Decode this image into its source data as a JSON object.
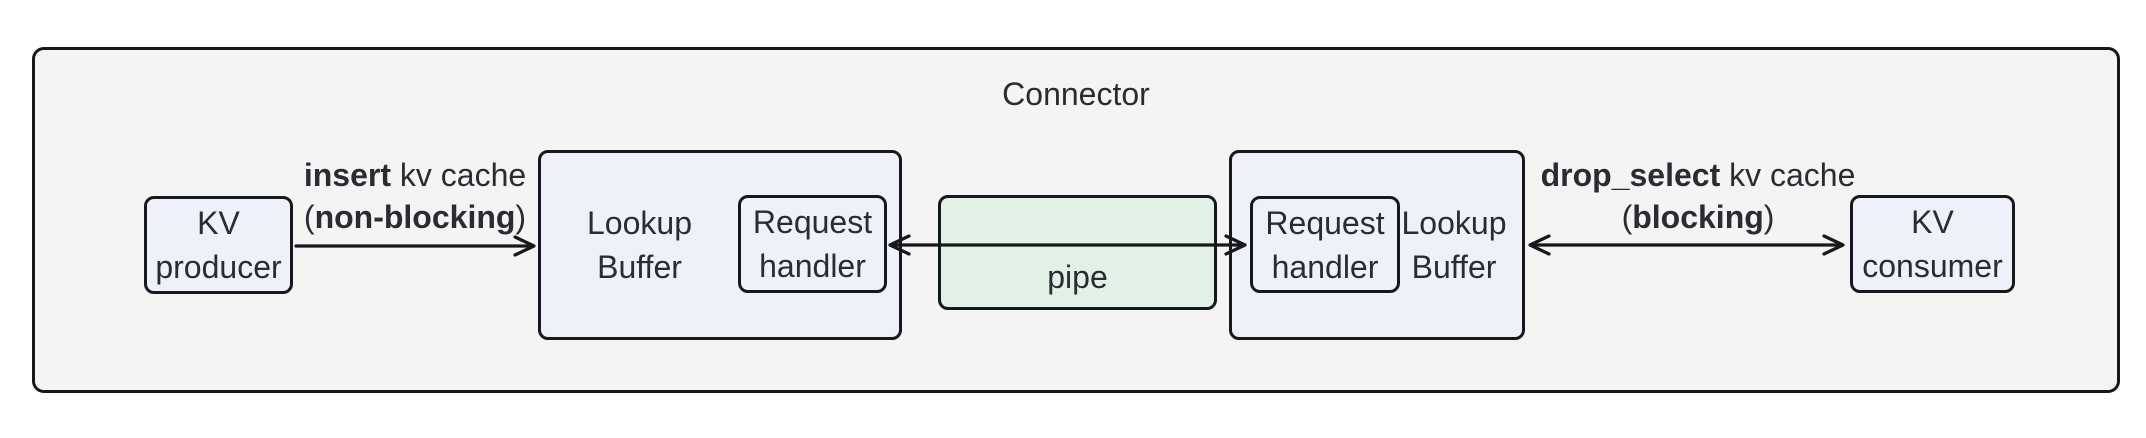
{
  "title": "Connector",
  "colors": {
    "canvas_bg": "#ffffff",
    "container_fill": "#f4f4f4",
    "node_fill": "#eef1fa",
    "pipe_fill": "#e2f1e5",
    "border": "#17171c",
    "text": "#2b2b33"
  },
  "nodes": {
    "kv_producer": {
      "line1": "KV",
      "line2": "producer"
    },
    "lookup_buffer_left": {
      "line1": "Lookup",
      "line2": "Buffer"
    },
    "request_handler_left": {
      "line1": "Request",
      "line2": "handler"
    },
    "pipe": {
      "label": "pipe"
    },
    "request_handler_right": {
      "line1": "Request",
      "line2": "handler"
    },
    "lookup_buffer_right": {
      "line1": "Lookup",
      "line2": "Buffer"
    },
    "kv_consumer": {
      "line1": "KV",
      "line2": "consumer"
    }
  },
  "edges": {
    "insert": {
      "op": "insert",
      "rest": " kv cache",
      "paren_open": "(",
      "mode": "non-blocking",
      "paren_close": ")"
    },
    "drop_select": {
      "op": "drop_select",
      "rest": " kv cache",
      "paren_open": "(",
      "mode": "blocking",
      "paren_close": ")"
    }
  }
}
